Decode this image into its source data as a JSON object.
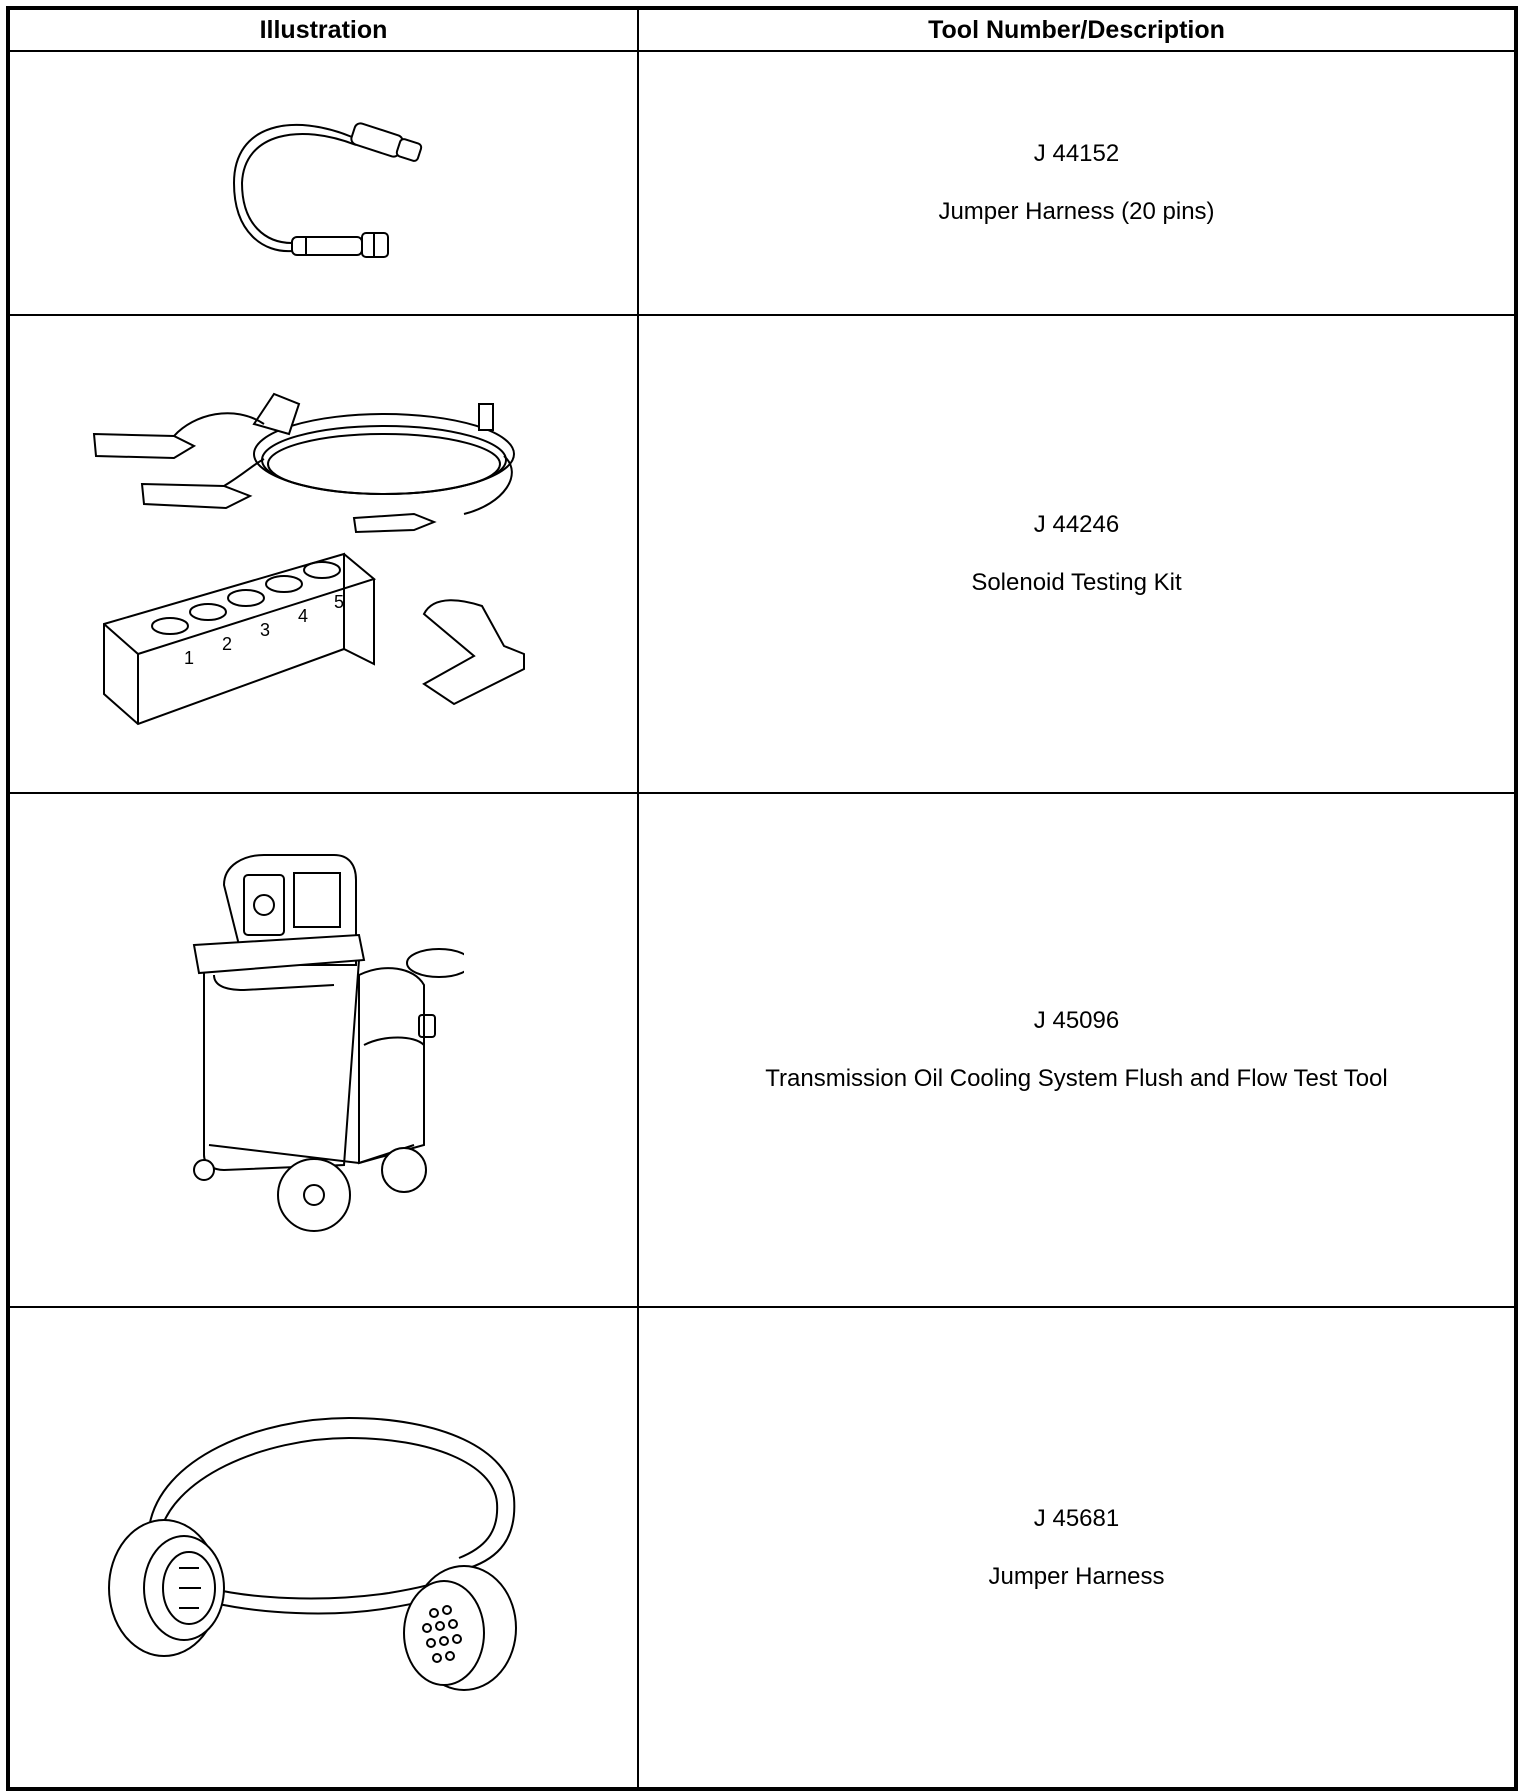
{
  "table": {
    "headers": {
      "illustration": "Illustration",
      "tool": "Tool Number/Description"
    },
    "rows": [
      {
        "number": "J 44152",
        "description": "Jumper Harness (20 pins)",
        "illustration_icon": "jumper-harness-20-pin-icon"
      },
      {
        "number": "J 44246",
        "description": "Solenoid Testing Kit",
        "illustration_icon": "solenoid-testing-kit-icon"
      },
      {
        "number": "J 45096",
        "description": "Transmission Oil Cooling System Flush and Flow Test Tool",
        "illustration_icon": "flush-flow-test-cart-icon"
      },
      {
        "number": "J 45681",
        "description": "Jumper Harness",
        "illustration_icon": "jumper-harness-round-connector-icon"
      }
    ],
    "kit_block_labels": [
      "1",
      "2",
      "3",
      "4",
      "5"
    ]
  }
}
